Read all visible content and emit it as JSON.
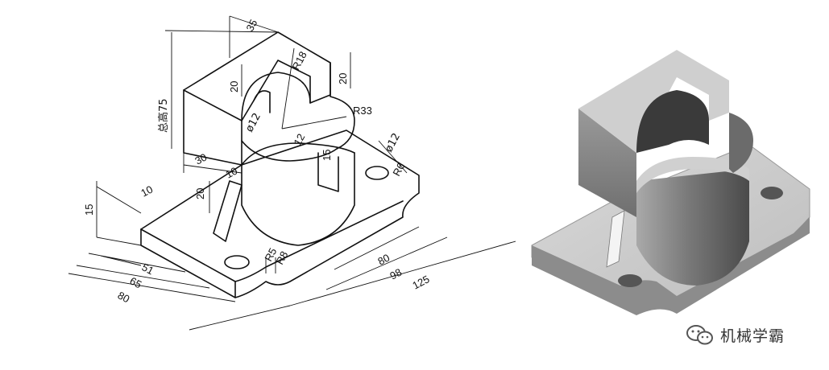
{
  "drawing": {
    "dimensions": {
      "d35": "35",
      "total_height": "总高75",
      "r18": "R18",
      "d20_top_left": "20",
      "d20_top_right": "20",
      "phi12_left": "ø12",
      "r33": "R33",
      "d12": "12",
      "d15_slot": "15",
      "phi12_right": "ø12",
      "r6_right": "R6",
      "d30": "30",
      "d10_rib": "10",
      "d10_left": "10",
      "d20_rib": "20",
      "d15_base": "15",
      "d51": "51",
      "d65": "65",
      "d80_left": "80",
      "r5": "R5",
      "r8": "R8",
      "d80_right": "80",
      "d98": "98",
      "d125": "125"
    }
  },
  "watermark": {
    "text": "机械学霸",
    "icon": "wechat-icon"
  }
}
